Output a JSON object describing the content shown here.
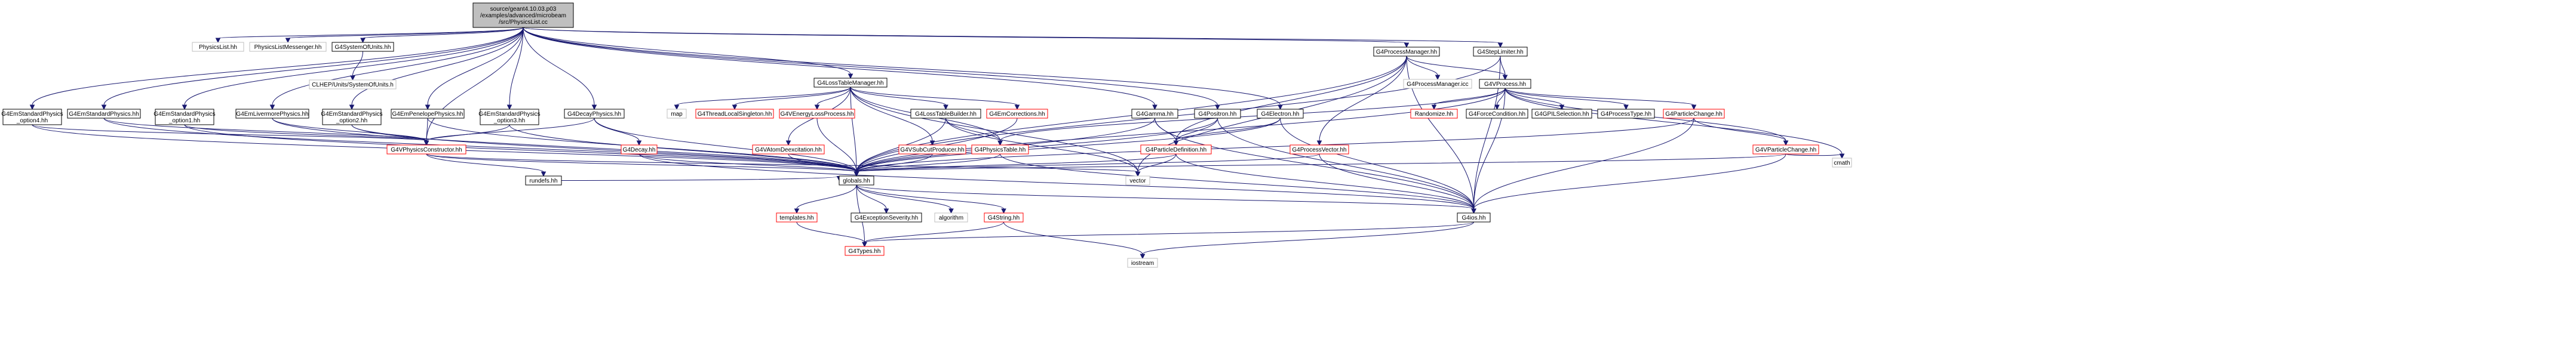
{
  "graph_kind": "include-dependency-graph",
  "colors": {
    "edge": "#191970",
    "root_fill": "#bfbfbf",
    "documented_border": "#000000",
    "undocumented_border": "#bfbfbf",
    "missing_border": "#ff0000",
    "node_fill": "#ffffff"
  },
  "nodes": {
    "root": {
      "lines": [
        "source/geant4.10.03.p03",
        "/examples/advanced/microbeam",
        "/src/PhysicsList.cc"
      ],
      "style": "root"
    },
    "PhysicsList_hh": {
      "lines": [
        "PhysicsList.hh"
      ],
      "style": "undocumented"
    },
    "PhysicsListMessenger_hh": {
      "lines": [
        "PhysicsListMessenger.hh"
      ],
      "style": "undocumented"
    },
    "G4SystemOfUnits_hh": {
      "lines": [
        "G4SystemOfUnits.hh"
      ],
      "style": "documented"
    },
    "CLHEP_Units": {
      "lines": [
        "CLHEP/Units/SystemOfUnits.h"
      ],
      "style": "undocumented"
    },
    "G4ProcessManager_hh": {
      "lines": [
        "G4ProcessManager.hh"
      ],
      "style": "documented"
    },
    "G4StepLimiter_hh": {
      "lines": [
        "G4StepLimiter.hh"
      ],
      "style": "documented"
    },
    "G4LossTableManager_hh": {
      "lines": [
        "G4LossTableManager.hh"
      ],
      "style": "documented"
    },
    "G4ProcessManager_icc": {
      "lines": [
        "G4ProcessManager.icc"
      ],
      "style": "undocumented"
    },
    "G4VProcess_hh": {
      "lines": [
        "G4VProcess.hh"
      ],
      "style": "documented"
    },
    "G4EmStandardPhysics_option4_hh": {
      "lines": [
        "G4EmStandardPhysics",
        "_option4.hh"
      ],
      "style": "documented"
    },
    "G4EmStandardPhysics_hh": {
      "lines": [
        "G4EmStandardPhysics.hh"
      ],
      "style": "documented"
    },
    "G4EmStandardPhysics_option1_hh": {
      "lines": [
        "G4EmStandardPhysics",
        "_option1.hh"
      ],
      "style": "documented"
    },
    "G4EmLivermorePhysics_hh": {
      "lines": [
        "G4EmLivermorePhysics.hh"
      ],
      "style": "documented"
    },
    "G4EmStandardPhysics_option2_hh": {
      "lines": [
        "G4EmStandardPhysics",
        "_option2.hh"
      ],
      "style": "documented"
    },
    "G4EmPenelopePhysics_hh": {
      "lines": [
        "G4EmPenelopePhysics.hh"
      ],
      "style": "documented"
    },
    "G4EmStandardPhysics_option3_hh": {
      "lines": [
        "G4EmStandardPhysics",
        "_option3.hh"
      ],
      "style": "documented"
    },
    "G4DecayPhysics_hh": {
      "lines": [
        "G4DecayPhysics.hh"
      ],
      "style": "documented"
    },
    "map": {
      "lines": [
        "map"
      ],
      "style": "undocumented"
    },
    "G4ThreadLocalSingleton_hh": {
      "lines": [
        "G4ThreadLocalSingleton.hh"
      ],
      "style": "missing"
    },
    "G4VEnergyLossProcess_hh": {
      "lines": [
        "G4VEnergyLossProcess.hh"
      ],
      "style": "missing"
    },
    "G4LossTableBuilder_hh": {
      "lines": [
        "G4LossTableBuilder.hh"
      ],
      "style": "documented"
    },
    "G4EmCorrections_hh": {
      "lines": [
        "G4EmCorrections.hh"
      ],
      "style": "missing"
    },
    "G4Gamma_hh": {
      "lines": [
        "G4Gamma.hh"
      ],
      "style": "documented"
    },
    "G4Positron_hh": {
      "lines": [
        "G4Positron.hh"
      ],
      "style": "documented"
    },
    "G4Electron_hh": {
      "lines": [
        "G4Electron.hh"
      ],
      "style": "documented"
    },
    "Randomize_hh": {
      "lines": [
        "Randomize.hh"
      ],
      "style": "missing"
    },
    "G4ForceCondition_hh": {
      "lines": [
        "G4ForceCondition.hh"
      ],
      "style": "documented"
    },
    "G4GPILSelection_hh": {
      "lines": [
        "G4GPILSelection.hh"
      ],
      "style": "documented"
    },
    "G4ProcessType_hh": {
      "lines": [
        "G4ProcessType.hh"
      ],
      "style": "documented"
    },
    "G4ParticleChange_hh": {
      "lines": [
        "G4ParticleChange.hh"
      ],
      "style": "missing"
    },
    "G4VParticleChange_hh": {
      "lines": [
        "G4VParticleChange.hh"
      ],
      "style": "missing"
    },
    "cmath": {
      "lines": [
        "cmath"
      ],
      "style": "undocumented"
    },
    "G4Decay_hh": {
      "lines": [
        "G4Decay.hh"
      ],
      "style": "missing"
    },
    "G4VAtomDeexcitation_hh": {
      "lines": [
        "G4VAtomDeexcitation.hh"
      ],
      "style": "missing"
    },
    "G4VSubCutProducer_hh": {
      "lines": [
        "G4VSubCutProducer.hh"
      ],
      "style": "missing"
    },
    "G4PhysicsTable_hh": {
      "lines": [
        "G4PhysicsTable.hh"
      ],
      "style": "missing"
    },
    "G4ParticleDefinition_hh": {
      "lines": [
        "G4ParticleDefinition.hh"
      ],
      "style": "missing"
    },
    "G4ProcessVector_hh": {
      "lines": [
        "G4ProcessVector.hh"
      ],
      "style": "missing"
    },
    "G4VPhysicsConstructor_hh": {
      "lines": [
        "G4VPhysicsConstructor.hh"
      ],
      "style": "missing"
    },
    "rundefs_hh": {
      "lines": [
        "rundefs.hh"
      ],
      "style": "documented"
    },
    "globals_hh": {
      "lines": [
        "globals.hh"
      ],
      "style": "documented"
    },
    "vector": {
      "lines": [
        "vector"
      ],
      "style": "undocumented"
    },
    "G4ios_hh": {
      "lines": [
        "G4ios.hh"
      ],
      "style": "documented"
    },
    "templates_hh": {
      "lines": [
        "templates.hh"
      ],
      "style": "missing"
    },
    "G4ExceptionSeverity_hh": {
      "lines": [
        "G4ExceptionSeverity.hh"
      ],
      "style": "documented"
    },
    "algorithm": {
      "lines": [
        "algorithm"
      ],
      "style": "undocumented"
    },
    "G4String_hh": {
      "lines": [
        "G4String.hh"
      ],
      "style": "missing"
    },
    "G4Types_hh": {
      "lines": [
        "G4Types.hh"
      ],
      "style": "missing"
    },
    "iostream": {
      "lines": [
        "iostream"
      ],
      "style": "undocumented"
    }
  },
  "edges": [
    [
      "root",
      "PhysicsList_hh"
    ],
    [
      "root",
      "PhysicsListMessenger_hh"
    ],
    [
      "root",
      "G4SystemOfUnits_hh"
    ],
    [
      "root",
      "G4ProcessManager_hh"
    ],
    [
      "root",
      "G4StepLimiter_hh"
    ],
    [
      "root",
      "G4LossTableManager_hh"
    ],
    [
      "root",
      "G4EmStandardPhysics_option4_hh"
    ],
    [
      "root",
      "G4EmStandardPhysics_hh"
    ],
    [
      "root",
      "G4EmStandardPhysics_option1_hh"
    ],
    [
      "root",
      "G4EmLivermorePhysics_hh"
    ],
    [
      "root",
      "G4EmStandardPhysics_option2_hh"
    ],
    [
      "root",
      "G4EmPenelopePhysics_hh"
    ],
    [
      "root",
      "G4EmStandardPhysics_option3_hh"
    ],
    [
      "root",
      "G4DecayPhysics_hh"
    ],
    [
      "root",
      "G4Gamma_hh"
    ],
    [
      "root",
      "G4Positron_hh"
    ],
    [
      "root",
      "G4Electron_hh"
    ],
    [
      "root",
      "G4VPhysicsConstructor_hh"
    ],
    [
      "G4SystemOfUnits_hh",
      "CLHEP_Units"
    ],
    [
      "G4ProcessManager_hh",
      "G4ProcessManager_icc"
    ],
    [
      "G4ProcessManager_hh",
      "G4VProcess_hh"
    ],
    [
      "G4ProcessManager_hh",
      "G4ProcessVector_hh"
    ],
    [
      "G4ProcessManager_hh",
      "G4ParticleDefinition_hh"
    ],
    [
      "G4ProcessManager_hh",
      "globals_hh"
    ],
    [
      "G4ProcessManager_hh",
      "G4ios_hh"
    ],
    [
      "G4ProcessManager_hh",
      "vector"
    ],
    [
      "G4StepLimiter_hh",
      "G4VProcess_hh"
    ],
    [
      "G4StepLimiter_hh",
      "G4ios_hh"
    ],
    [
      "G4StepLimiter_hh",
      "globals_hh"
    ],
    [
      "G4LossTableManager_hh",
      "map"
    ],
    [
      "G4LossTableManager_hh",
      "G4ThreadLocalSingleton_hh"
    ],
    [
      "G4LossTableManager_hh",
      "G4VEnergyLossProcess_hh"
    ],
    [
      "G4LossTableManager_hh",
      "G4LossTableBuilder_hh"
    ],
    [
      "G4LossTableManager_hh",
      "G4EmCorrections_hh"
    ],
    [
      "G4LossTableManager_hh",
      "G4VAtomDeexcitation_hh"
    ],
    [
      "G4LossTableManager_hh",
      "G4VSubCutProducer_hh"
    ],
    [
      "G4LossTableManager_hh",
      "globals_hh"
    ],
    [
      "G4LossTableManager_hh",
      "vector"
    ],
    [
      "G4LossTableManager_hh",
      "G4PhysicsTable_hh"
    ],
    [
      "G4LossTableBuilder_hh",
      "globals_hh"
    ],
    [
      "G4LossTableBuilder_hh",
      "G4PhysicsTable_hh"
    ],
    [
      "G4LossTableBuilder_hh",
      "vector"
    ],
    [
      "G4VProcess_hh",
      "Randomize_hh"
    ],
    [
      "G4VProcess_hh",
      "G4ForceCondition_hh"
    ],
    [
      "G4VProcess_hh",
      "G4GPILSelection_hh"
    ],
    [
      "G4VProcess_hh",
      "G4ProcessType_hh"
    ],
    [
      "G4VProcess_hh",
      "G4ParticleChange_hh"
    ],
    [
      "G4VProcess_hh",
      "G4VParticleChange_hh"
    ],
    [
      "G4VProcess_hh",
      "cmath"
    ],
    [
      "G4VProcess_hh",
      "G4PhysicsTable_hh"
    ],
    [
      "G4VProcess_hh",
      "globals_hh"
    ],
    [
      "G4VProcess_hh",
      "G4ios_hh"
    ],
    [
      "G4ParticleChange_hh",
      "G4VParticleChange_hh"
    ],
    [
      "G4ParticleChange_hh",
      "G4ios_hh"
    ],
    [
      "G4ParticleChange_hh",
      "globals_hh"
    ],
    [
      "G4VParticleChange_hh",
      "G4ios_hh"
    ],
    [
      "G4VParticleChange_hh",
      "globals_hh"
    ],
    [
      "G4VParticleChange_hh",
      "cmath"
    ],
    [
      "G4Gamma_hh",
      "G4ParticleDefinition_hh"
    ],
    [
      "G4Gamma_hh",
      "globals_hh"
    ],
    [
      "G4Gamma_hh",
      "G4ios_hh"
    ],
    [
      "G4Positron_hh",
      "G4ParticleDefinition_hh"
    ],
    [
      "G4Positron_hh",
      "globals_hh"
    ],
    [
      "G4Positron_hh",
      "G4ios_hh"
    ],
    [
      "G4Electron_hh",
      "G4ParticleDefinition_hh"
    ],
    [
      "G4Electron_hh",
      "globals_hh"
    ],
    [
      "G4Electron_hh",
      "G4ios_hh"
    ],
    [
      "G4ParticleDefinition_hh",
      "globals_hh"
    ],
    [
      "G4ParticleDefinition_hh",
      "G4ios_hh"
    ],
    [
      "G4ParticleDefinition_hh",
      "vector"
    ],
    [
      "G4ProcessVector_hh",
      "globals_hh"
    ],
    [
      "G4ProcessVector_hh",
      "G4ios_hh"
    ],
    [
      "G4EmStandardPhysics_option4_hh",
      "G4VPhysicsConstructor_hh"
    ],
    [
      "G4EmStandardPhysics_option4_hh",
      "globals_hh"
    ],
    [
      "G4EmStandardPhysics_hh",
      "G4VPhysicsConstructor_hh"
    ],
    [
      "G4EmStandardPhysics_hh",
      "globals_hh"
    ],
    [
      "G4EmStandardPhysics_option1_hh",
      "G4VPhysicsConstructor_hh"
    ],
    [
      "G4EmStandardPhysics_option1_hh",
      "globals_hh"
    ],
    [
      "G4EmLivermorePhysics_hh",
      "G4VPhysicsConstructor_hh"
    ],
    [
      "G4EmLivermorePhysics_hh",
      "globals_hh"
    ],
    [
      "G4EmStandardPhysics_option2_hh",
      "G4VPhysicsConstructor_hh"
    ],
    [
      "G4EmStandardPhysics_option2_hh",
      "globals_hh"
    ],
    [
      "G4EmPenelopePhysics_hh",
      "G4VPhysicsConstructor_hh"
    ],
    [
      "G4EmPenelopePhysics_hh",
      "globals_hh"
    ],
    [
      "G4EmStandardPhysics_option3_hh",
      "G4VPhysicsConstructor_hh"
    ],
    [
      "G4EmStandardPhysics_option3_hh",
      "globals_hh"
    ],
    [
      "G4DecayPhysics_hh",
      "G4VPhysicsConstructor_hh"
    ],
    [
      "G4DecayPhysics_hh",
      "G4Decay_hh"
    ],
    [
      "G4DecayPhysics_hh",
      "globals_hh"
    ],
    [
      "G4Decay_hh",
      "globals_hh"
    ],
    [
      "G4Decay_hh",
      "G4ios_hh"
    ],
    [
      "G4VEnergyLossProcess_hh",
      "globals_hh"
    ],
    [
      "G4EmCorrections_hh",
      "globals_hh"
    ],
    [
      "G4VAtomDeexcitation_hh",
      "globals_hh"
    ],
    [
      "G4VSubCutProducer_hh",
      "globals_hh"
    ],
    [
      "G4PhysicsTable_hh",
      "globals_hh"
    ],
    [
      "G4PhysicsTable_hh",
      "G4ios_hh"
    ],
    [
      "G4VPhysicsConstructor_hh",
      "rundefs_hh"
    ],
    [
      "G4VPhysicsConstructor_hh",
      "globals_hh"
    ],
    [
      "G4VPhysicsConstructor_hh",
      "vector"
    ],
    [
      "rundefs_hh",
      "globals_hh"
    ],
    [
      "globals_hh",
      "templates_hh"
    ],
    [
      "globals_hh",
      "G4ExceptionSeverity_hh"
    ],
    [
      "globals_hh",
      "algorithm"
    ],
    [
      "globals_hh",
      "G4String_hh"
    ],
    [
      "globals_hh",
      "G4ios_hh"
    ],
    [
      "globals_hh",
      "G4Types_hh"
    ],
    [
      "templates_hh",
      "G4Types_hh"
    ],
    [
      "G4String_hh",
      "G4Types_hh"
    ],
    [
      "G4String_hh",
      "iostream"
    ],
    [
      "G4ios_hh",
      "G4Types_hh"
    ],
    [
      "G4ios_hh",
      "iostream"
    ]
  ]
}
